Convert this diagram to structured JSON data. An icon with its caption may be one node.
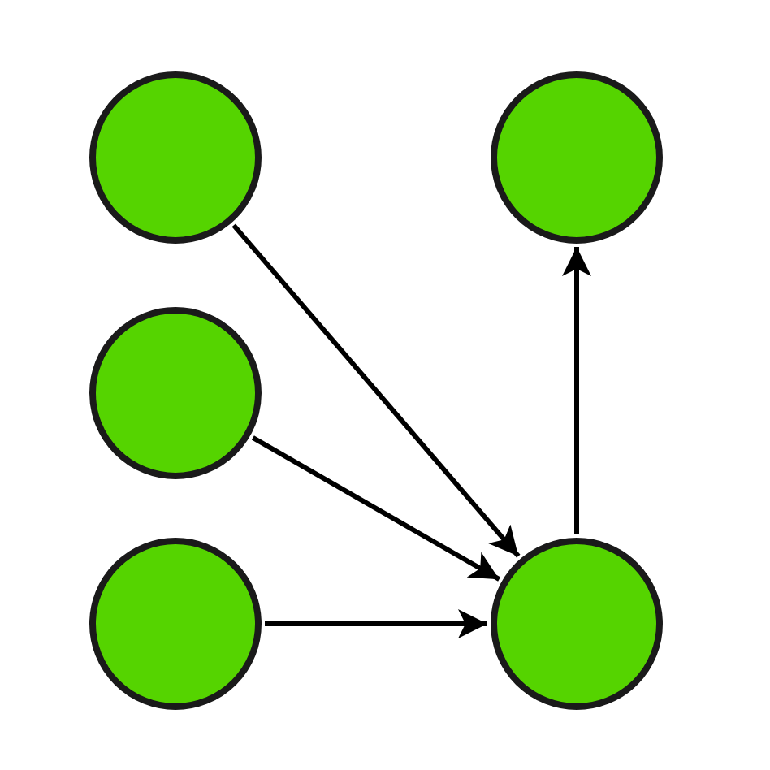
{
  "diagram": {
    "nodes": [
      {
        "text": [],
        "shape": "circle"
      },
      {
        "text": [],
        "shape": "circle"
      },
      {
        "text": [],
        "shape": "circle"
      },
      {
        "text": [],
        "shape": "circle"
      },
      {
        "text": [],
        "shape": "circle"
      }
    ],
    "edges": [
      {
        "from": 0,
        "to": 4,
        "arrow": "to"
      },
      {
        "from": 2,
        "to": 4,
        "arrow": "to"
      },
      {
        "from": 3,
        "to": 4,
        "arrow": "to"
      },
      {
        "from": 4,
        "to": 1,
        "arrow": "to"
      }
    ]
  }
}
